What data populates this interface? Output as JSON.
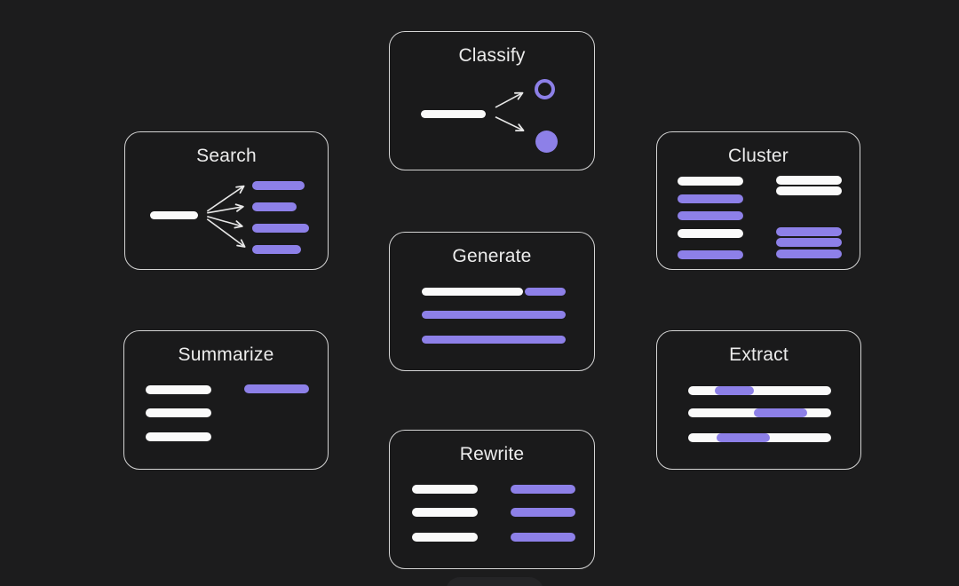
{
  "colors": {
    "background": "#1c1c1d",
    "card_background": "#1a1a1b",
    "card_border": "#d4d4d4",
    "accent_purple": "#8d80e8",
    "bar_white": "#fafafa",
    "title_text": "#ececec",
    "arrow": "#e8e8e8",
    "peek_card": "#242426"
  },
  "cards": [
    {
      "id": "classify",
      "title": "Classify",
      "illustration": "text-bar with two arrows pointing to an outlined circle and a filled circle"
    },
    {
      "id": "search",
      "title": "Search",
      "illustration": "text-bar with four fanning arrows pointing to four result bars"
    },
    {
      "id": "cluster",
      "title": "Cluster",
      "illustration": "two columns of bars grouped into clusters"
    },
    {
      "id": "generate",
      "title": "Generate",
      "illustration": "white prompt bar continued by purple generated bars"
    },
    {
      "id": "summarize",
      "title": "Summarize",
      "illustration": "three text bars condensed into one summary bar"
    },
    {
      "id": "extract",
      "title": "Extract",
      "illustration": "three text bars with highlighted purple spans"
    },
    {
      "id": "rewrite",
      "title": "Rewrite",
      "illustration": "three text bars mapped to three rewritten bars"
    }
  ]
}
